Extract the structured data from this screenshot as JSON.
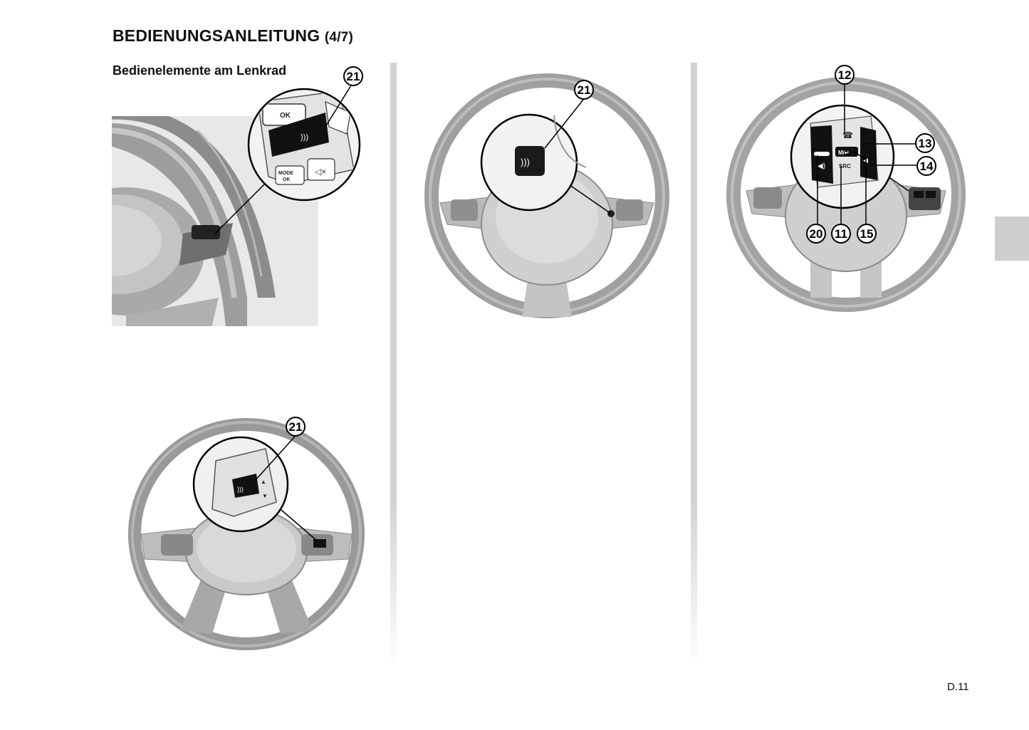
{
  "header": {
    "title": "BEDIENUNGSANLEITUNG",
    "title_part": "(4/7)",
    "subtitle": "Bedienelemente am Lenkrad"
  },
  "figures": {
    "fig1": {
      "callout": "21",
      "buttons": {
        "ok": "OK",
        "mode": "MODE",
        "mode_ok": "OK"
      }
    },
    "fig2": {
      "callout": "21"
    },
    "fig3": {
      "callout": "21"
    },
    "fig4": {
      "callouts": {
        "c12": "12",
        "c13": "13",
        "c14": "14",
        "c15": "15",
        "c20": "20",
        "c11": "11"
      },
      "buttons": {
        "mode": "M/↵",
        "src": "SRC"
      }
    }
  },
  "footer": {
    "page": "D.11"
  },
  "colors": {
    "tab": "#cfcfcf",
    "divider": "#d2d2d2",
    "wheel_rim": "#9a9a9a"
  }
}
